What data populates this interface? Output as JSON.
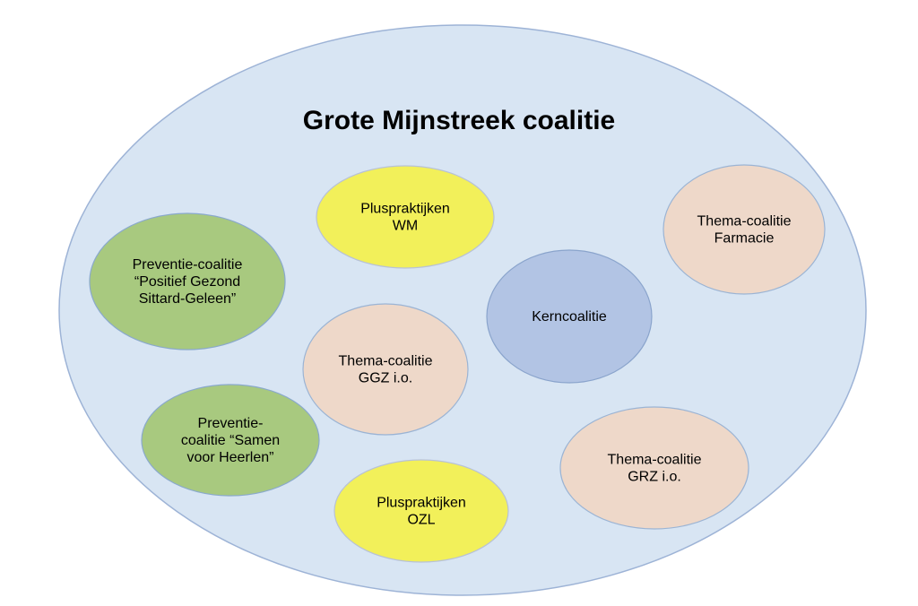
{
  "title": "Grote Mijnstreek coalitie",
  "colors": {
    "outer_fill": "#d8e5f3",
    "outer_stroke": "#9db3d6",
    "yellow_fill": "#f2f05a",
    "yellow_stroke": "#b8c2d6",
    "green_fill": "#a8c97f",
    "green_stroke": "#8aa9cc",
    "peach_fill": "#eed8c9",
    "peach_stroke": "#9bb4d4",
    "blue_fill": "#b2c4e4",
    "blue_stroke": "#8aa4cc"
  },
  "bubbles": [
    {
      "id": "pluspraktijken-wm",
      "lines": [
        "Pluspraktijken",
        "WM"
      ],
      "color": "yellow"
    },
    {
      "id": "thema-farmacie",
      "lines": [
        "Thema-coalitie",
        "Farmacie"
      ],
      "color": "peach"
    },
    {
      "id": "preventie-sittard",
      "lines": [
        "Preventie-coalitie",
        "“Positief Gezond",
        "Sittard-Geleen”"
      ],
      "color": "green"
    },
    {
      "id": "kerncoalitie",
      "lines": [
        "Kerncoalitie"
      ],
      "color": "blue"
    },
    {
      "id": "thema-ggz",
      "lines": [
        "Thema-coalitie",
        "GGZ i.o."
      ],
      "color": "peach"
    },
    {
      "id": "preventie-heerlen",
      "lines": [
        "Preventie-",
        "coalitie “Samen",
        "voor Heerlen”"
      ],
      "color": "green"
    },
    {
      "id": "thema-grz",
      "lines": [
        "Thema-coalitie",
        "GRZ i.o."
      ],
      "color": "peach"
    },
    {
      "id": "pluspraktijken-ozl",
      "lines": [
        "Pluspraktijken",
        "OZL"
      ],
      "color": "yellow"
    }
  ]
}
